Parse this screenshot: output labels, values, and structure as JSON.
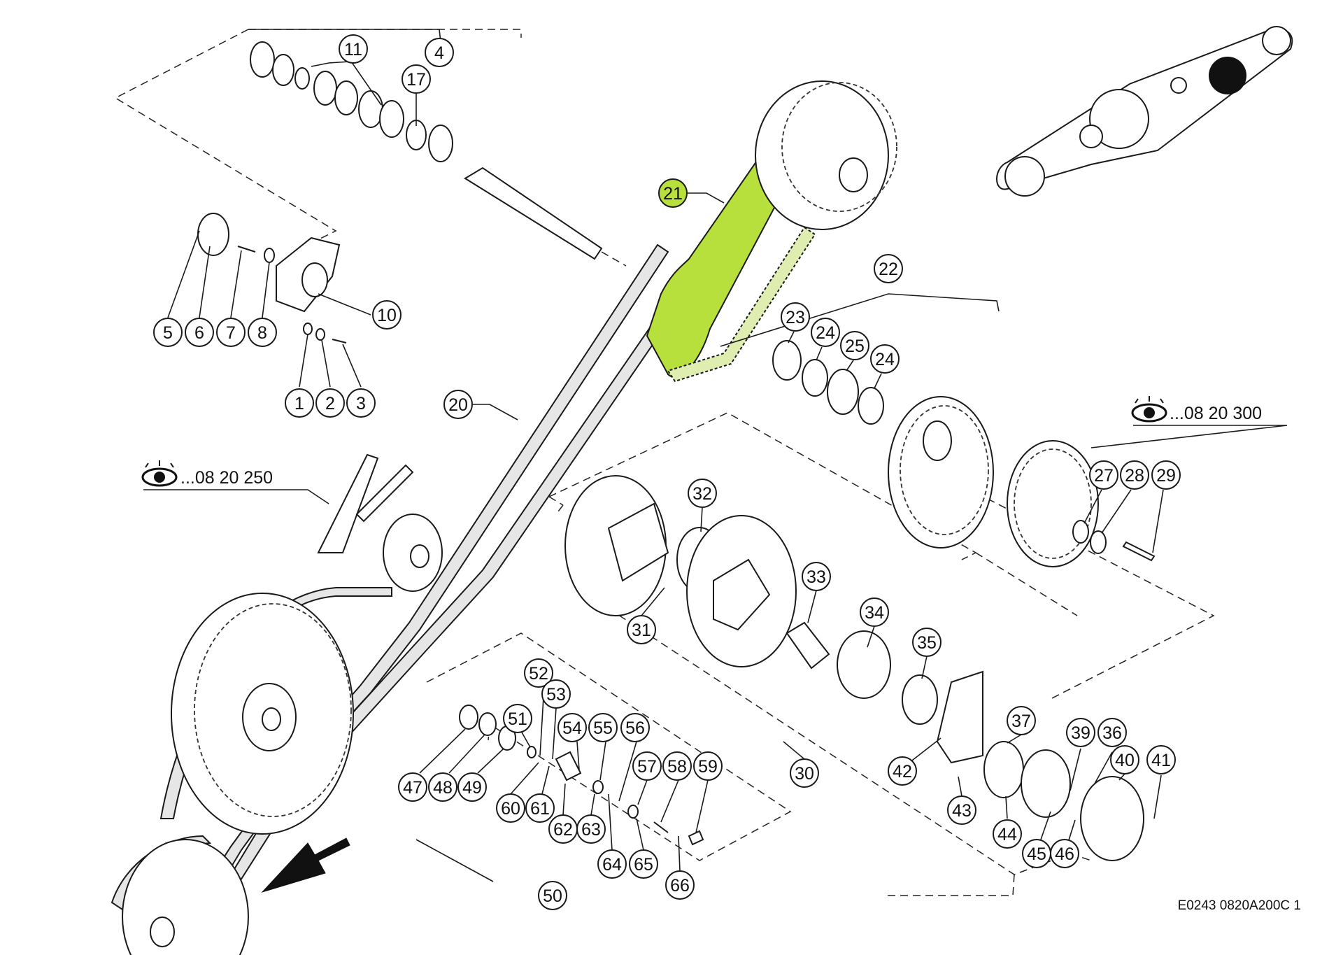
{
  "diagram": {
    "highlight_color": "#b8e03c",
    "callouts": [
      {
        "id": "c1",
        "label": "1",
        "highlight": false
      },
      {
        "id": "c2",
        "label": "2",
        "highlight": false
      },
      {
        "id": "c3",
        "label": "3",
        "highlight": false
      },
      {
        "id": "c4",
        "label": "4",
        "highlight": false
      },
      {
        "id": "c5",
        "label": "5",
        "highlight": false
      },
      {
        "id": "c6",
        "label": "6",
        "highlight": false
      },
      {
        "id": "c7",
        "label": "7",
        "highlight": false
      },
      {
        "id": "c8",
        "label": "8",
        "highlight": false
      },
      {
        "id": "c10",
        "label": "10",
        "highlight": false
      },
      {
        "id": "c11",
        "label": "11",
        "highlight": false
      },
      {
        "id": "c17",
        "label": "17",
        "highlight": false
      },
      {
        "id": "c20",
        "label": "20",
        "highlight": false
      },
      {
        "id": "c21",
        "label": "21",
        "highlight": true
      },
      {
        "id": "c22",
        "label": "22",
        "highlight": false
      },
      {
        "id": "c23",
        "label": "23",
        "highlight": false
      },
      {
        "id": "c24a",
        "label": "24",
        "highlight": false
      },
      {
        "id": "c25",
        "label": "25",
        "highlight": false
      },
      {
        "id": "c24b",
        "label": "24",
        "highlight": false
      },
      {
        "id": "c27",
        "label": "27",
        "highlight": false
      },
      {
        "id": "c28",
        "label": "28",
        "highlight": false
      },
      {
        "id": "c29",
        "label": "29",
        "highlight": false
      },
      {
        "id": "c30",
        "label": "30",
        "highlight": false
      },
      {
        "id": "c31",
        "label": "31",
        "highlight": false
      },
      {
        "id": "c32",
        "label": "32",
        "highlight": false
      },
      {
        "id": "c33",
        "label": "33",
        "highlight": false
      },
      {
        "id": "c34",
        "label": "34",
        "highlight": false
      },
      {
        "id": "c35",
        "label": "35",
        "highlight": false
      },
      {
        "id": "c36",
        "label": "36",
        "highlight": false
      },
      {
        "id": "c37",
        "label": "37",
        "highlight": false
      },
      {
        "id": "c39",
        "label": "39",
        "highlight": false
      },
      {
        "id": "c40",
        "label": "40",
        "highlight": false
      },
      {
        "id": "c41",
        "label": "41",
        "highlight": false
      },
      {
        "id": "c42",
        "label": "42",
        "highlight": false
      },
      {
        "id": "c43",
        "label": "43",
        "highlight": false
      },
      {
        "id": "c44",
        "label": "44",
        "highlight": false
      },
      {
        "id": "c45",
        "label": "45",
        "highlight": false
      },
      {
        "id": "c46",
        "label": "46",
        "highlight": false
      },
      {
        "id": "c47",
        "label": "47",
        "highlight": false
      },
      {
        "id": "c48",
        "label": "48",
        "highlight": false
      },
      {
        "id": "c49",
        "label": "49",
        "highlight": false
      },
      {
        "id": "c50",
        "label": "50",
        "highlight": false
      },
      {
        "id": "c51",
        "label": "51",
        "highlight": false
      },
      {
        "id": "c52",
        "label": "52",
        "highlight": false
      },
      {
        "id": "c53",
        "label": "53",
        "highlight": false
      },
      {
        "id": "c54",
        "label": "54",
        "highlight": false
      },
      {
        "id": "c55",
        "label": "55",
        "highlight": false
      },
      {
        "id": "c56",
        "label": "56",
        "highlight": false
      },
      {
        "id": "c57",
        "label": "57",
        "highlight": false
      },
      {
        "id": "c58",
        "label": "58",
        "highlight": false
      },
      {
        "id": "c59",
        "label": "59",
        "highlight": false
      },
      {
        "id": "c60",
        "label": "60",
        "highlight": false
      },
      {
        "id": "c61",
        "label": "61",
        "highlight": false
      },
      {
        "id": "c62",
        "label": "62",
        "highlight": false
      },
      {
        "id": "c63",
        "label": "63",
        "highlight": false
      },
      {
        "id": "c64",
        "label": "64",
        "highlight": false
      },
      {
        "id": "c65",
        "label": "65",
        "highlight": false
      },
      {
        "id": "c66",
        "label": "66",
        "highlight": false
      }
    ],
    "references": [
      {
        "id": "ref1",
        "text": "...08 20 250",
        "icon": "eye-icon"
      },
      {
        "id": "ref2",
        "text": "...08 20 300",
        "icon": "eye-icon"
      }
    ],
    "drawing_code": "E0243 0820A200C 1",
    "direction_arrow": "arrow-icon"
  }
}
